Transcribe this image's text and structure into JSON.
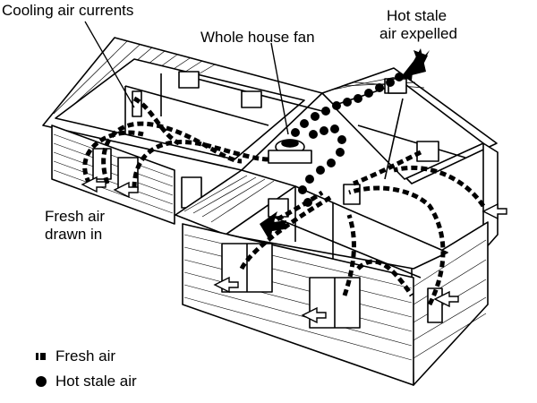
{
  "labels": {
    "cooling": "Cooling air currents",
    "fan": "Whole house fan",
    "hot_line1": "Hot stale",
    "hot_line2": "air expelled",
    "fresh_line1": "Fresh air",
    "fresh_line2": "drawn in"
  },
  "legend": {
    "fresh": "Fresh air",
    "hot": "Hot stale air"
  },
  "colors": {
    "ink": "#000000",
    "background": "#ffffff"
  }
}
